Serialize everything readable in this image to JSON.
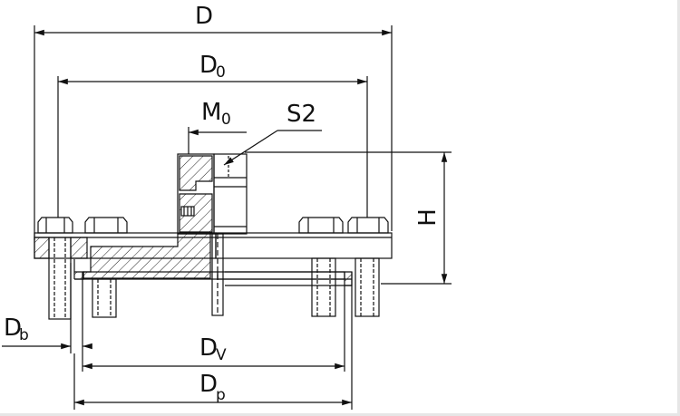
{
  "drawing": {
    "colors": {
      "line": "#111111",
      "hatch": "#222222",
      "background": "#ffffff",
      "frame": "#e6e6e6"
    },
    "labels": {
      "D": {
        "main": "D",
        "sub": ""
      },
      "D0": {
        "main": "D",
        "sub": "0"
      },
      "M0": {
        "main": "M",
        "sub": "0"
      },
      "S2": {
        "main": "S2",
        "sub": ""
      },
      "H": {
        "main": "H",
        "sub": ""
      },
      "Db": {
        "main": "D",
        "sub": "b"
      },
      "Dv": {
        "main": "D",
        "sub": "V"
      },
      "Dp": {
        "main": "D",
        "sub": "p"
      }
    }
  }
}
